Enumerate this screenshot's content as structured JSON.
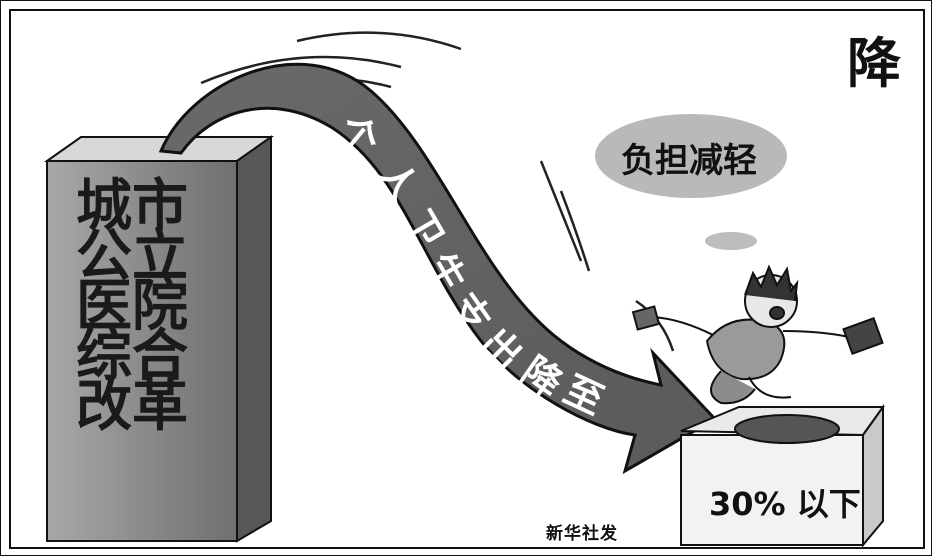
{
  "corner_label": "降",
  "tower_text": "城市公立医院综合改革",
  "arrow_text": [
    "个",
    "人",
    "卫",
    "生",
    "支",
    "出",
    "降",
    "至"
  ],
  "bubble_text": "负担减轻",
  "box_text": "30% 以下",
  "credit": "新华社发"
}
